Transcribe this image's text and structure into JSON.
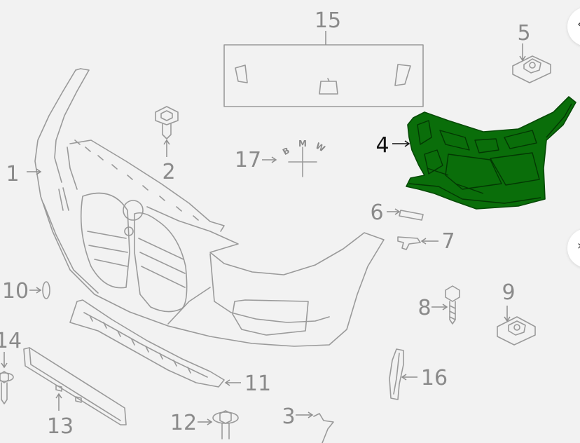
{
  "diagram": {
    "callouts": [
      {
        "id": "1",
        "label": "1"
      },
      {
        "id": "2",
        "label": "2"
      },
      {
        "id": "3",
        "label": "3"
      },
      {
        "id": "4",
        "label": "4",
        "highlighted": true
      },
      {
        "id": "5",
        "label": "5"
      },
      {
        "id": "6",
        "label": "6"
      },
      {
        "id": "7",
        "label": "7"
      },
      {
        "id": "8",
        "label": "8"
      },
      {
        "id": "9",
        "label": "9"
      },
      {
        "id": "10",
        "label": "10"
      },
      {
        "id": "11",
        "label": "11"
      },
      {
        "id": "12",
        "label": "12"
      },
      {
        "id": "13",
        "label": "13"
      },
      {
        "id": "14",
        "label": "14"
      },
      {
        "id": "15",
        "label": "15"
      },
      {
        "id": "16",
        "label": "16"
      },
      {
        "id": "17",
        "label": "17"
      }
    ],
    "emblem": {
      "letters": [
        "B",
        "M",
        "W"
      ]
    },
    "colors": {
      "highlight": "#0a6e0a",
      "line": "#9a9a9a",
      "background": "#f2f2f2"
    }
  },
  "nav": {
    "prev_icon": "chevron-left-icon",
    "next_icon": "chevron-right-icon"
  }
}
